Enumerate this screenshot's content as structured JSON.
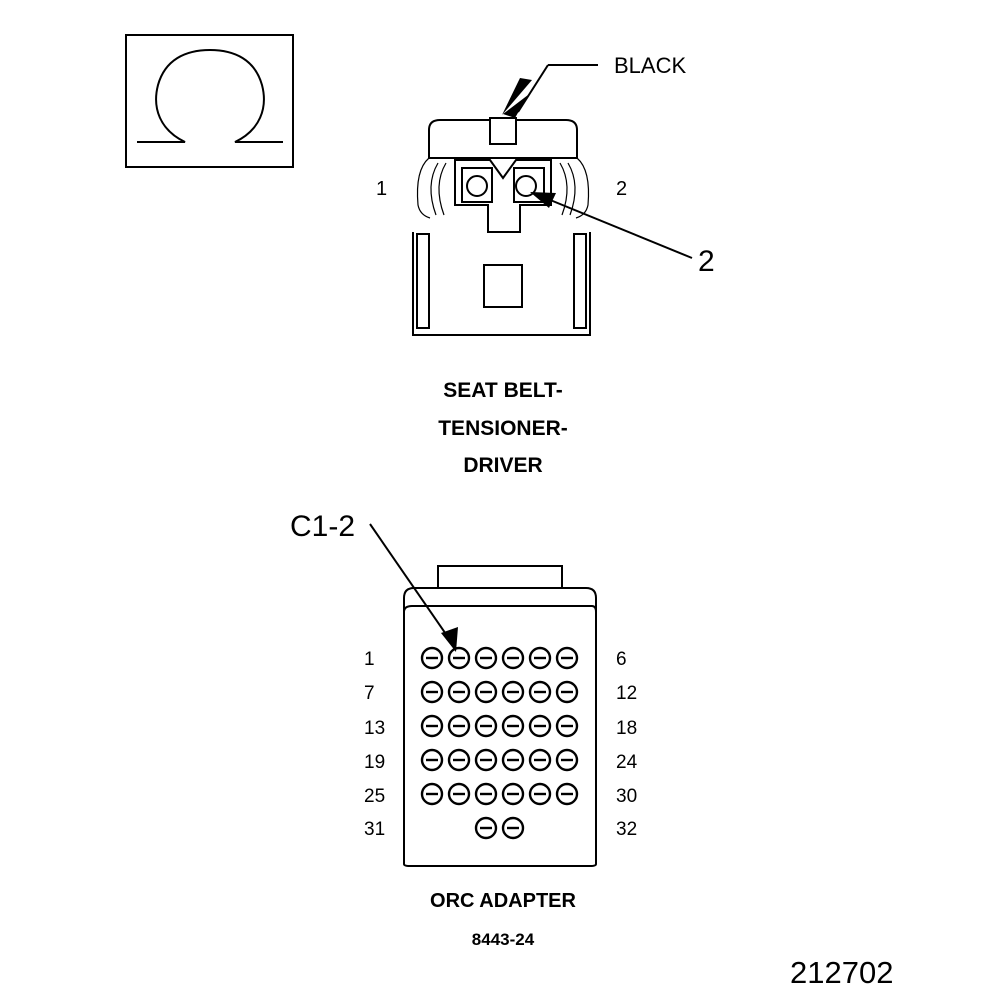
{
  "symbol": {
    "name": "omega-resistance-symbol",
    "meaning": "Ω"
  },
  "seat_belt_connector": {
    "color_label": "BLACK",
    "pin_left_label": "1",
    "pin_right_label": "2",
    "pointer_label": "2",
    "title_lines": [
      "SEAT BELT-",
      "TENSIONER-",
      "DRIVER"
    ]
  },
  "orc_adapter": {
    "pointer_label": "C1-2",
    "row_left_labels": [
      "1",
      "7",
      "13",
      "19",
      "25",
      "31"
    ],
    "row_right_labels": [
      "6",
      "12",
      "18",
      "24",
      "30",
      "32"
    ],
    "pins_per_row": [
      6,
      6,
      6,
      6,
      6,
      2
    ],
    "title": "ORC ADAPTER",
    "part_number": "8443-24"
  },
  "figure_number": "212702"
}
